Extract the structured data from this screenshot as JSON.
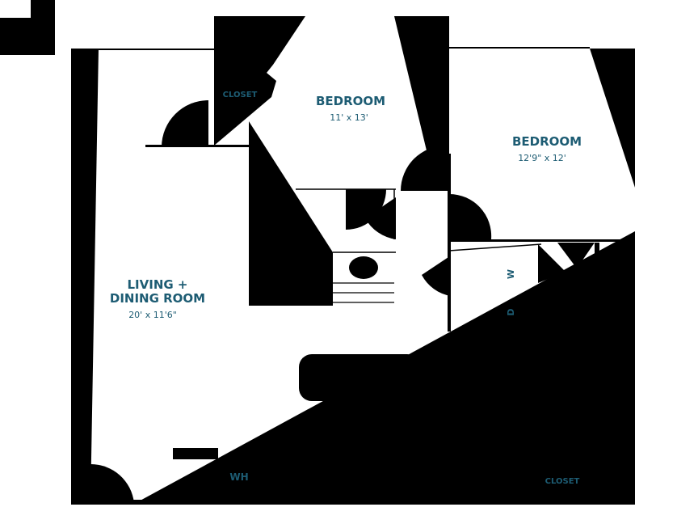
{
  "rooms": {
    "bedroom_1": {
      "name": "BEDROOM",
      "dims": "11' x 13'"
    },
    "bedroom_2": {
      "name": "BEDROOM",
      "dims": "12'9\" x 12'"
    },
    "living": {
      "name_line1": "LIVING +",
      "name_line2": "DINING ROOM",
      "dims": "20' x 11'6\""
    },
    "closet_top": {
      "name": "CLOSET"
    },
    "closet_bottom": {
      "name": "CLOSET"
    }
  },
  "fixtures": {
    "water_heater": "WH",
    "washer": "W",
    "dryer": "D"
  },
  "colors": {
    "wall": "#000000",
    "floor": "#ffffff",
    "label": "#1d5c73"
  }
}
